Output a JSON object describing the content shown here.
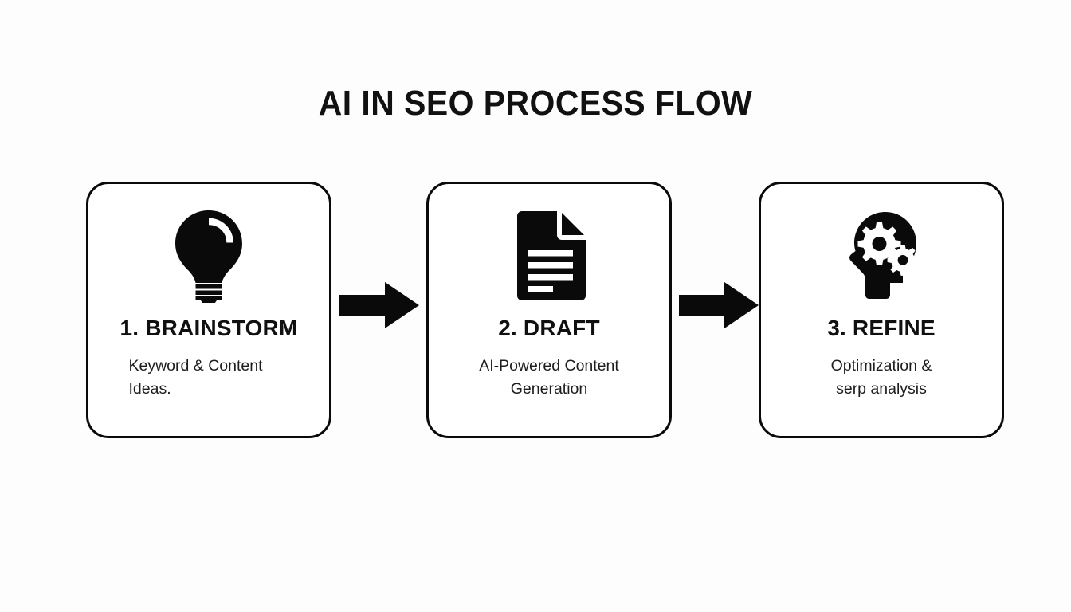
{
  "page": {
    "background_color": "#fdfdfd",
    "ink_color": "#0a0a0a",
    "title": "AI IN SEO PROCESS FLOW"
  },
  "steps": [
    {
      "icon": "lightbulb-icon",
      "heading": "1. BRAINSTORM",
      "description": "Keyword & Content\nIdeas.",
      "align": "left"
    },
    {
      "icon": "document-icon",
      "heading": "2. DRAFT",
      "description": "AI-Powered Content\nGeneration",
      "align": "center"
    },
    {
      "icon": "head-gears-icon",
      "heading": "3. REFINE",
      "description": "Optimization &\nserp analysis",
      "align": "center"
    }
  ],
  "connectors": [
    {
      "icon": "arrow-right-icon",
      "from": "1. BRAINSTORM",
      "to": "2. DRAFT"
    },
    {
      "icon": "arrow-right-icon",
      "from": "2. DRAFT",
      "to": "3. REFINE"
    }
  ]
}
